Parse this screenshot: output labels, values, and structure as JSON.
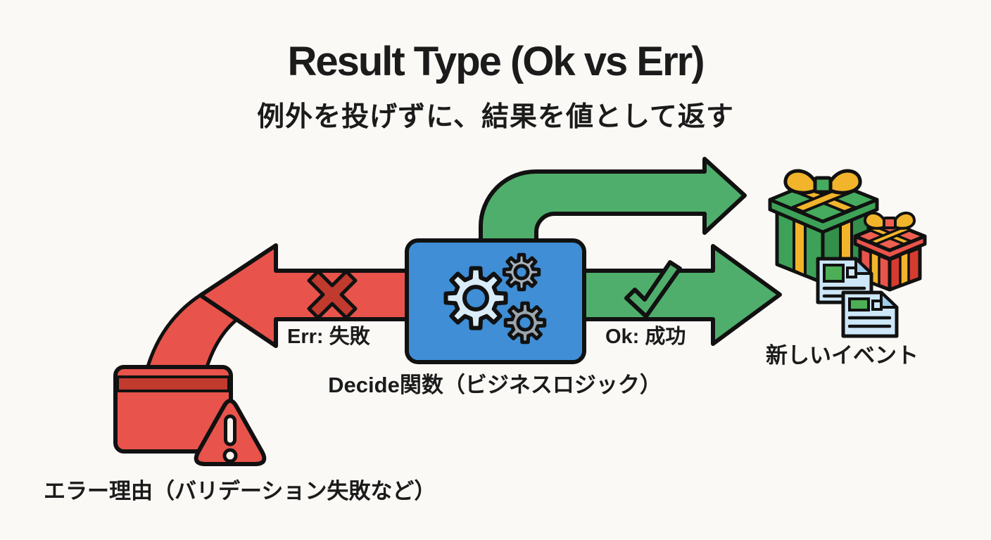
{
  "title": "Result Type (Ok vs Err)",
  "subtitle": "例外を投げずに、結果を値として返す",
  "diagram": {
    "decide_box": {
      "label": "Decide関数（ビジネスロジック）"
    },
    "err_path": {
      "label": "Err: 失敗"
    },
    "ok_path": {
      "label": "Ok: 成功"
    },
    "error_box": {
      "label": "エラー理由（バリデーション失敗など）"
    },
    "events": {
      "label": "新しいイベント"
    }
  },
  "colors": {
    "ok_green": "#4fae6c",
    "err_red": "#e8544b",
    "err_dark_red": "#c13a2e",
    "decide_blue": "#3f8ed6",
    "gold": "#f2b42a",
    "doc_blue": "#cde7f8",
    "ink": "#1b1b1b",
    "background": "#faf9f6"
  }
}
